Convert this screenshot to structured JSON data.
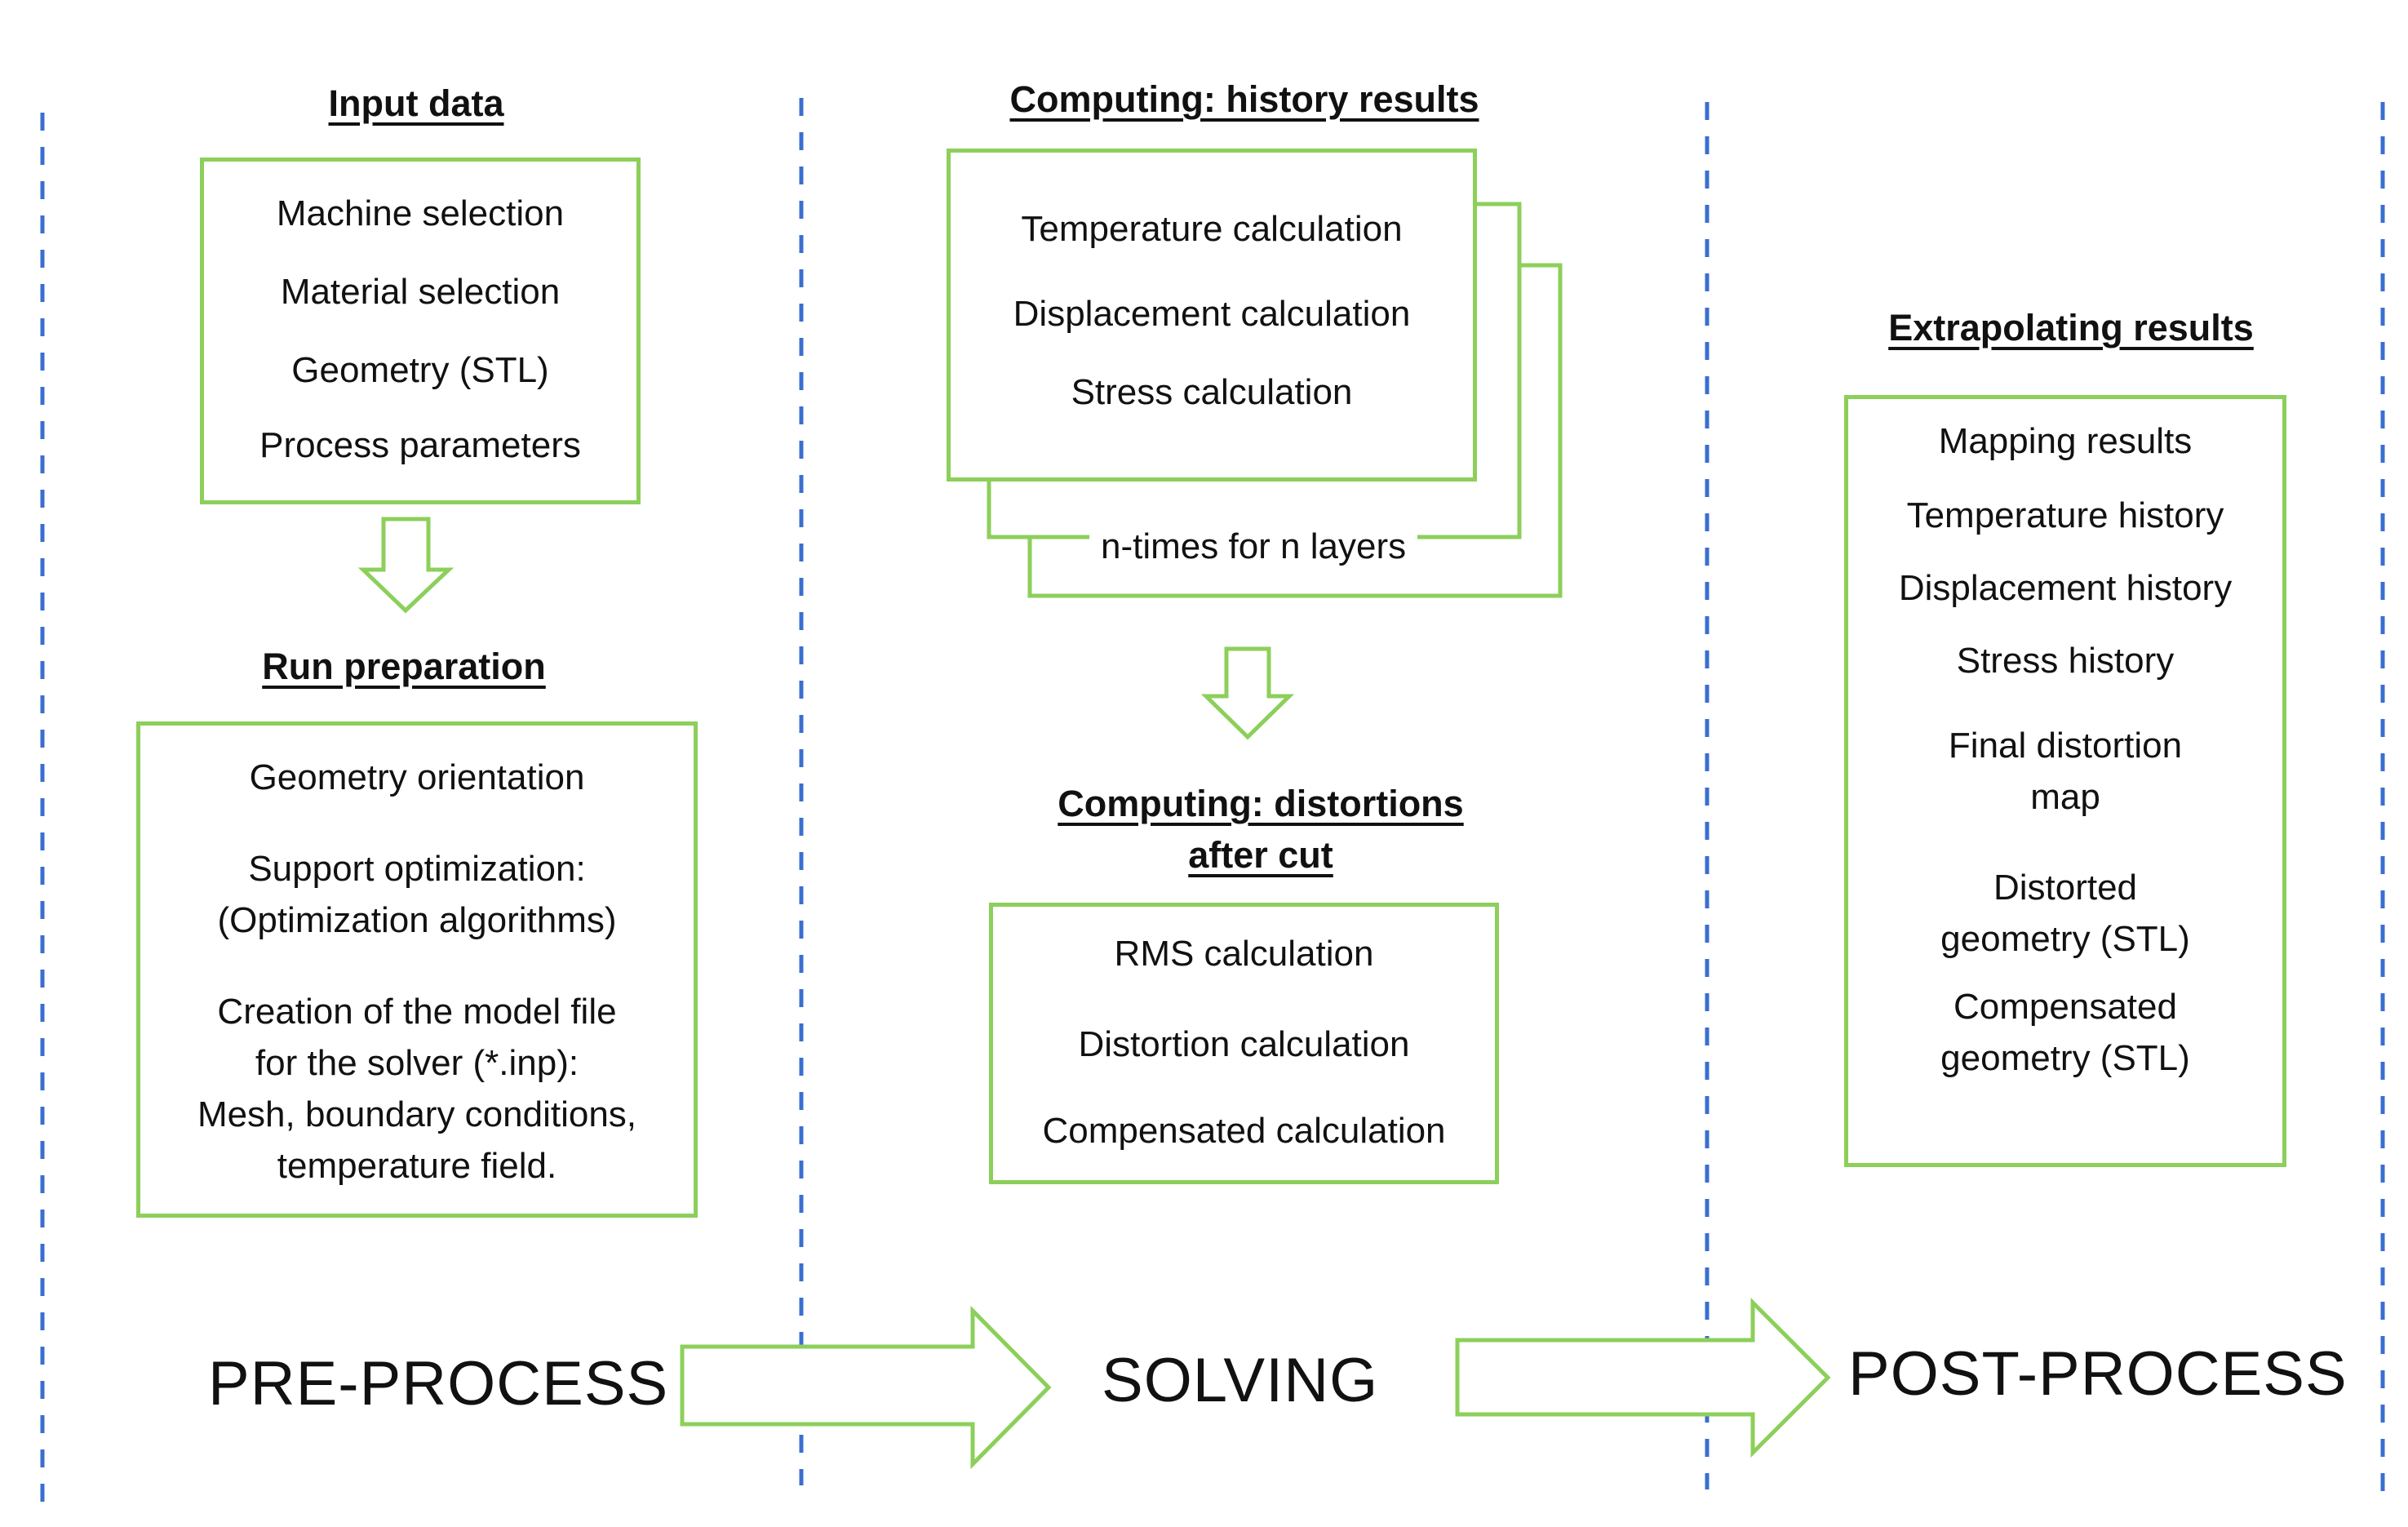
{
  "colors": {
    "box_border": "#8ccf5a",
    "divider": "#3a6fd0",
    "text": "#111111",
    "background": "#ffffff"
  },
  "pre_process": {
    "phase_label": "PRE-PROCESS",
    "input_data": {
      "heading": "Input data",
      "items": [
        "Machine selection",
        "Material selection",
        "Geometry (STL)",
        "Process parameters"
      ]
    },
    "run_preparation": {
      "heading": "Run preparation",
      "items": [
        "Geometry orientation",
        "Support optimization:",
        "(Optimization algorithms)",
        "Creation of the model file",
        "for the solver (*.inp):",
        "Mesh, boundary conditions,",
        "temperature field."
      ]
    }
  },
  "solving": {
    "phase_label": "SOLVING",
    "history": {
      "heading": "Computing: history results",
      "items": [
        "Temperature calculation",
        "Displacement calculation",
        "Stress calculation"
      ],
      "repeat_note": "n-times for n layers"
    },
    "distortions": {
      "heading_line1": "Computing: distortions",
      "heading_line2": "after cut",
      "items": [
        "RMS calculation",
        "Distortion calculation",
        "Compensated calculation"
      ]
    }
  },
  "post_process": {
    "phase_label": "POST-PROCESS",
    "extrapolating": {
      "heading": "Extrapolating results",
      "items": [
        "Mapping results",
        "Temperature history",
        "Displacement history",
        "Stress history",
        "Final distortion",
        "map",
        "Distorted",
        "geometry (STL)",
        "Compensated",
        "geometry (STL)"
      ]
    }
  }
}
